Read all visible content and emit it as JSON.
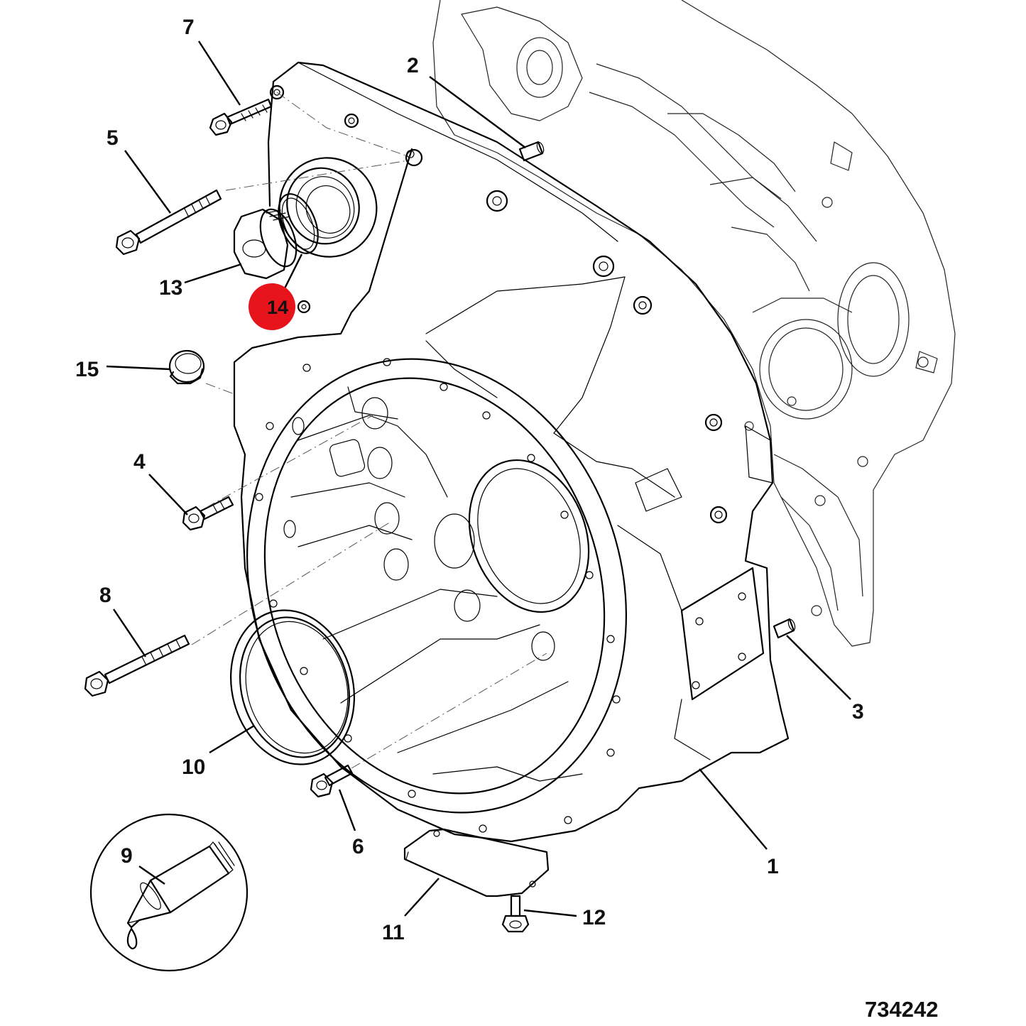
{
  "diagram": {
    "reference_number": "734242",
    "highlight_color": "#e8141c",
    "highlighted_callout": "14",
    "callouts": [
      {
        "id": "c1",
        "label": "1"
      },
      {
        "id": "c2",
        "label": "2"
      },
      {
        "id": "c3",
        "label": "3"
      },
      {
        "id": "c4",
        "label": "4"
      },
      {
        "id": "c5",
        "label": "5"
      },
      {
        "id": "c6",
        "label": "6"
      },
      {
        "id": "c7",
        "label": "7"
      },
      {
        "id": "c8",
        "label": "8"
      },
      {
        "id": "c9",
        "label": "9"
      },
      {
        "id": "c10",
        "label": "10"
      },
      {
        "id": "c11",
        "label": "11"
      },
      {
        "id": "c12",
        "label": "12"
      },
      {
        "id": "c13",
        "label": "13"
      },
      {
        "id": "c14",
        "label": "14"
      },
      {
        "id": "c15",
        "label": "15"
      }
    ]
  }
}
